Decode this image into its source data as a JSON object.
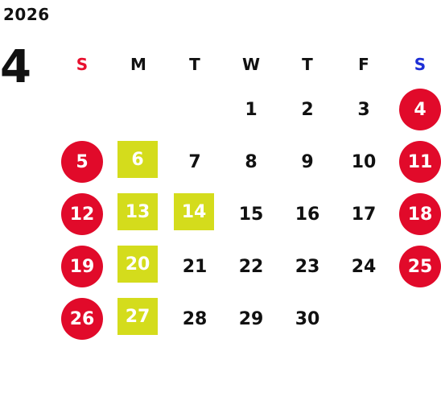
{
  "year": "2026",
  "month": "4",
  "weekdays": [
    "S",
    "M",
    "T",
    "W",
    "T",
    "F",
    "S"
  ],
  "colors": {
    "sunday_header": "#e8102e",
    "saturday_header": "#1d2fd6",
    "holiday_circle": "#e10a2a",
    "highlight_box": "#d4dc1c",
    "text": "#111111"
  },
  "weeks": [
    [
      "",
      "",
      "",
      "1",
      "2",
      "3",
      "4"
    ],
    [
      "5",
      "6",
      "7",
      "8",
      "9",
      "10",
      "11"
    ],
    [
      "12",
      "13",
      "14",
      "15",
      "16",
      "17",
      "18"
    ],
    [
      "19",
      "20",
      "21",
      "22",
      "23",
      "24",
      "25"
    ],
    [
      "26",
      "27",
      "28",
      "29",
      "30",
      "",
      ""
    ]
  ],
  "circled_days": [
    "4",
    "5",
    "11",
    "12",
    "18",
    "19",
    "25",
    "26"
  ],
  "boxed_days": [
    "6",
    "13",
    "14",
    "20",
    "27"
  ]
}
